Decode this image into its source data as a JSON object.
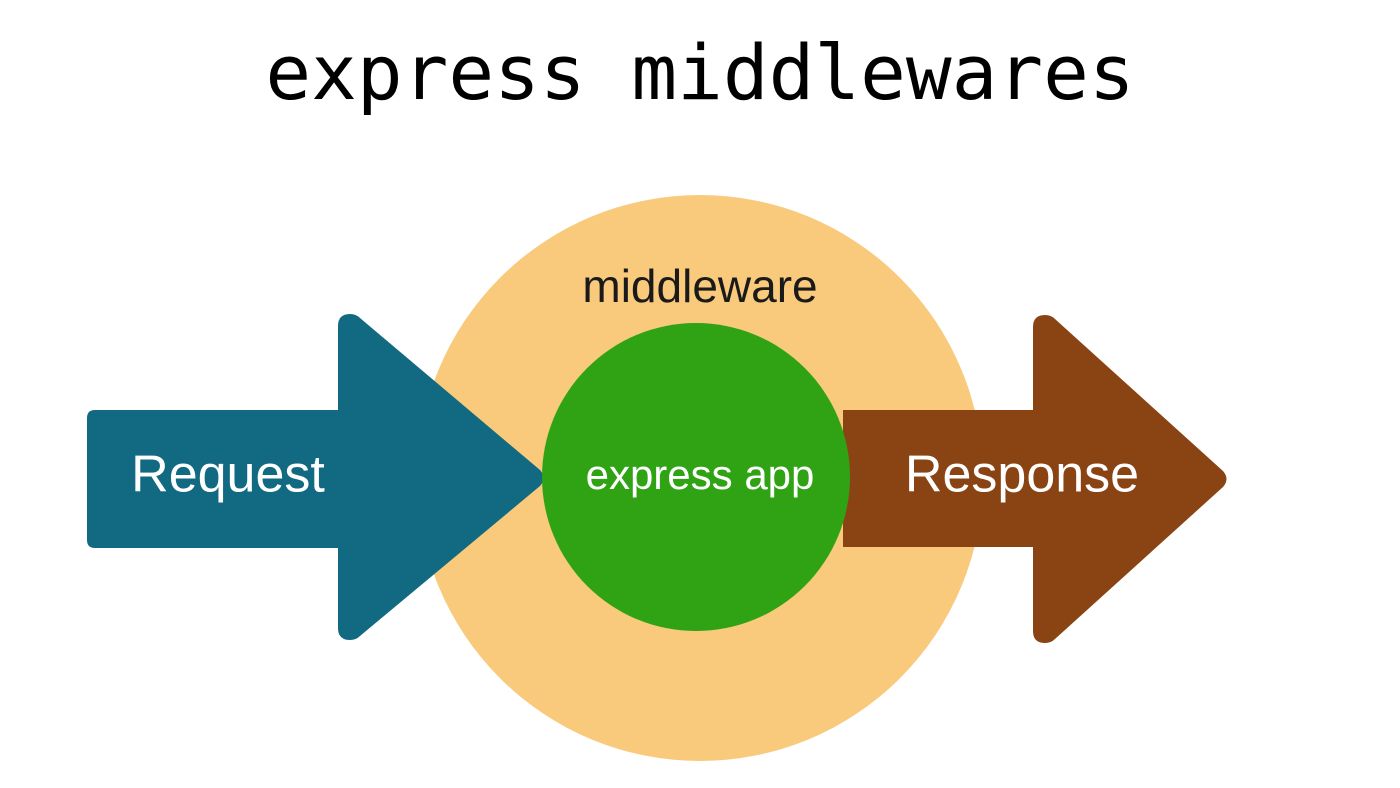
{
  "diagram": {
    "title": "express middlewares",
    "type": "flow-diagram",
    "nodes": {
      "request_arrow": {
        "label": "Request",
        "shape": "right-arrow",
        "color": "#126A82",
        "text_color": "#FFFFFF"
      },
      "middleware_circle": {
        "label": "middleware",
        "shape": "circle",
        "color": "#F9C97C",
        "text_color": "#1A1A1A"
      },
      "express_app_circle": {
        "label": "express app",
        "shape": "circle",
        "color": "#2FA314",
        "text_color": "#FFFFFF"
      },
      "response_arrow": {
        "label": "Response",
        "shape": "right-arrow",
        "color": "#8A4414",
        "text_color": "#FFFFFF"
      }
    },
    "background": "#FFFFFF"
  }
}
